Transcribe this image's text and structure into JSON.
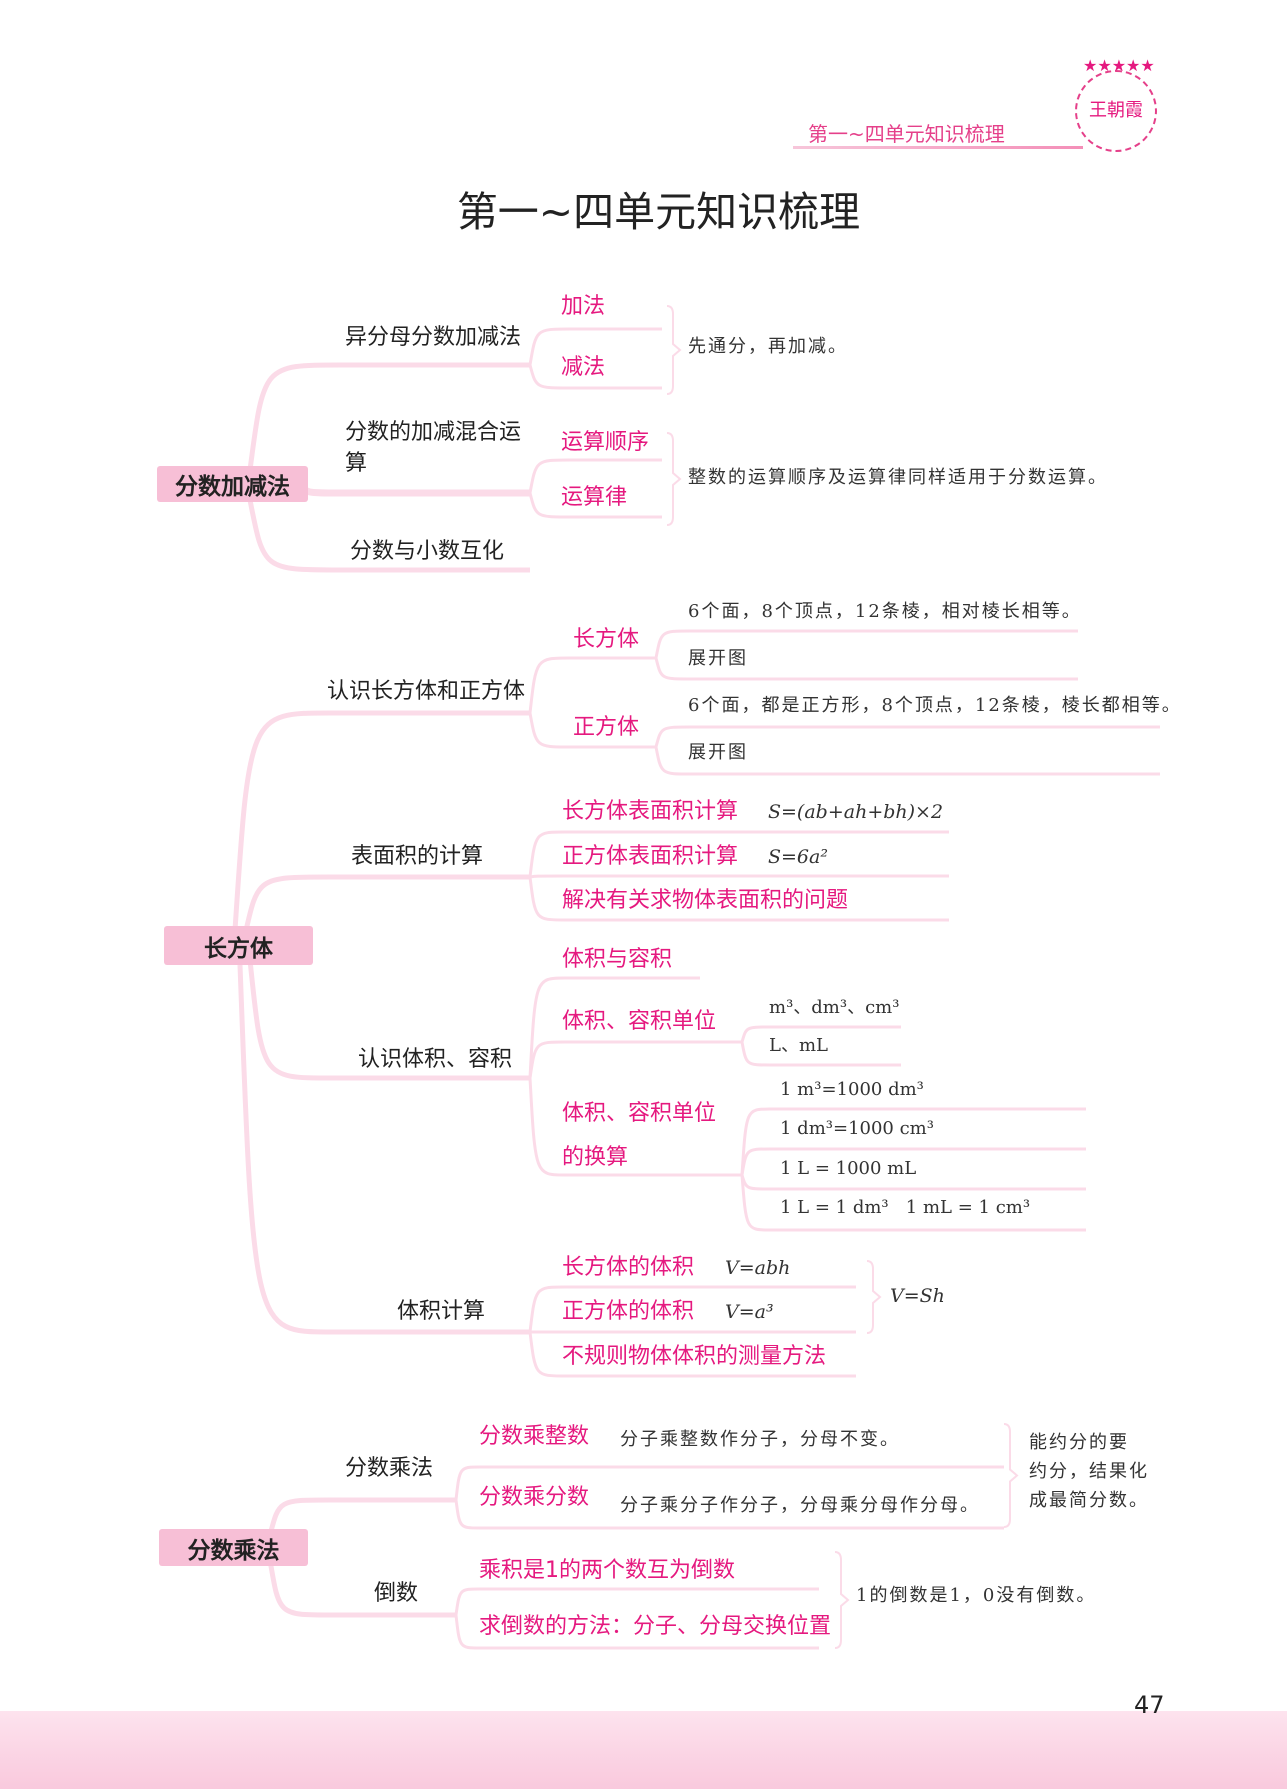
{
  "header": {
    "running_title": "第一~四单元知识梳理",
    "logo_text": "王朝霞",
    "page_number": "47"
  },
  "title": "第一~四单元知识梳理",
  "colors": {
    "accent": "#e5197f",
    "box": "#f7bfd6",
    "line": "#fbdbe8"
  },
  "s1": {
    "root": "分数加减法",
    "b1": "异分母分数加减法",
    "b1a": "加法",
    "b1b": "减法",
    "b1note": "先通分，再加减。",
    "b2": "分数的加减混合运算",
    "b2a": "运算顺序",
    "b2b": "运算律",
    "b2note": "整数的运算顺序及运算律同样适用于分数运算。",
    "b3": "分数与小数互化"
  },
  "s2": {
    "root": "长方体",
    "b1": "认识长方体和正方体",
    "b1a": "长方体",
    "b1a1": "6个面，8个顶点，12条棱，相对棱长相等。",
    "b1a2": "展开图",
    "b1b": "正方体",
    "b1b1": "6个面，都是正方形，8个顶点，12条棱，棱长都相等。",
    "b1b2": "展开图",
    "b2": "表面积的计算",
    "b2a": "长方体表面积计算",
    "b2af": "S=(ab+ah+bh)×2",
    "b2b": "正方体表面积计算",
    "b2bf": "S=6a²",
    "b2c": "解决有关求物体表面积的问题",
    "b3": "认识体积、容积",
    "b3a": "体积与容积",
    "b3b": "体积、容积单位",
    "b3b1": "m³、dm³、cm³",
    "b3b2": "L、mL",
    "b3c1": "体积、容积单位",
    "b3c2": "的换算",
    "b3c_items": [
      "1 m³=1000 dm³",
      "1 dm³=1000 cm³",
      "1 L = 1000 mL",
      "1 L = 1 dm³   1 mL = 1 cm³"
    ],
    "b4": "体积计算",
    "b4a": "长方体的体积",
    "b4af": "V=abh",
    "b4b": "正方体的体积",
    "b4bf": "V=a³",
    "b4c": "不规则物体体积的测量方法",
    "b4note": "V=Sh"
  },
  "s3": {
    "root": "分数乘法",
    "b1": "分数乘法",
    "b1a": "分数乘整数",
    "b1a_t": "分子乘整数作分子，分母不变。",
    "b1b": "分数乘分数",
    "b1b_t": "分子乘分子作分子，分母乘分母作分母。",
    "b1note": [
      "能约分的要",
      "约分，结果化",
      "成最简分数。"
    ],
    "b2": "倒数",
    "b2a": "乘积是1的两个数互为倒数",
    "b2b": "求倒数的方法：分子、分母交换位置",
    "b2note": "1的倒数是1，0没有倒数。"
  }
}
